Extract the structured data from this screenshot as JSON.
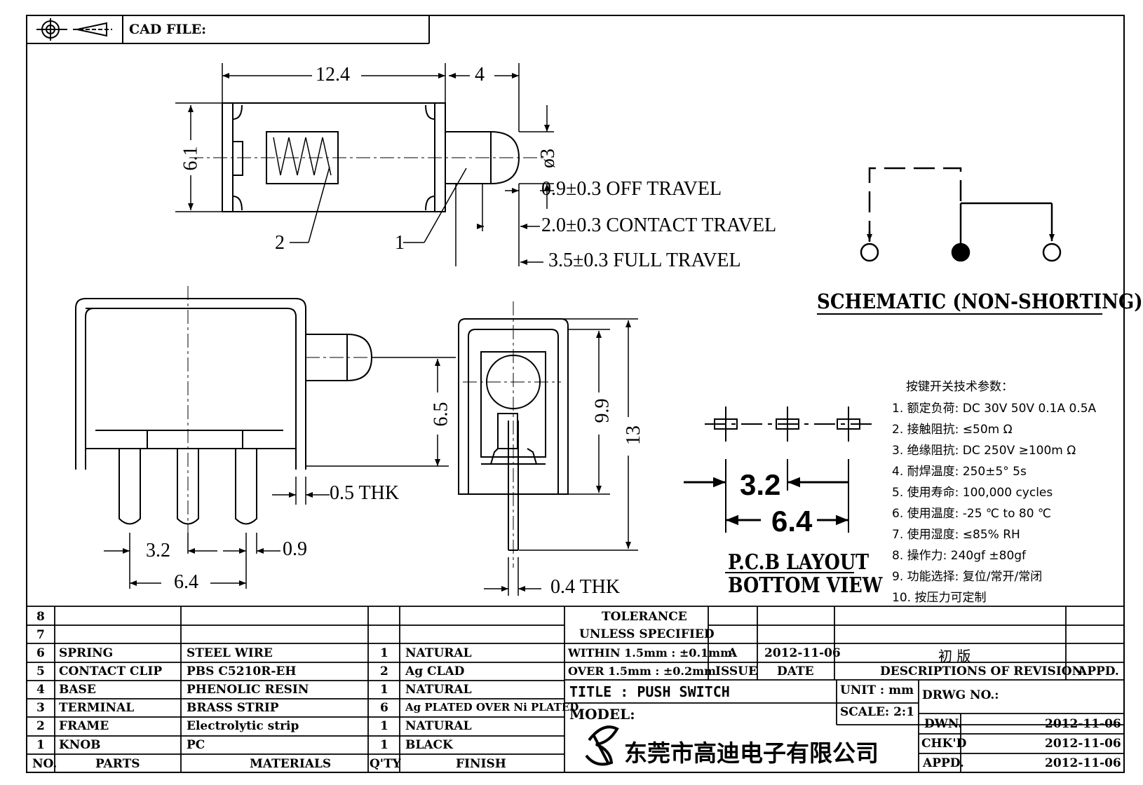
{
  "header": {
    "cad_file_label": "CAD FILE:"
  },
  "drawing": {
    "dims": {
      "d12_4": "12.4",
      "d4": "4",
      "d6_1": "6.1",
      "d3": "ø3",
      "off_travel": "0.9±0.3  OFF  TRAVEL",
      "contact_travel": "2.0±0.3  CONTACT  TRAVEL",
      "full_travel": "3.5±0.3  FULL  TRAVEL",
      "callout_2": "2",
      "callout_1": "1",
      "d0_5thk": "0.5  THK",
      "d3_2": "3.2",
      "d0_9": "0.9",
      "d6_4": "6.4",
      "d6_5": "6.5",
      "d9_9": "9.9",
      "d13": "13",
      "d0_4thk": "0.4  THK"
    },
    "schematic_title": "SCHEMATIC (NON-SHORTING)",
    "pcb": {
      "pitch": "3.2",
      "span": "6.4",
      "title1": "P.C.B LAYOUT",
      "title2": "BOTTOM  VIEW"
    }
  },
  "specs": {
    "heading": "按键开关技术参数：",
    "items": [
      "1.  额定负荷: DC 30V 50V    0.1A  0.5A",
      "2.  接触阻抗:  ≤50m Ω",
      "3.  绝缘阻抗: DC 250V  ≥100m Ω",
      "4.  耐焊温度: 250±5°     5s",
      "5.  使用寿命: 100,000 cycles",
      "6.  使用温度: -25  ℃  to 80  ℃",
      "7.  使用湿度:  ≤85% RH",
      "8.  操作力: 240gf  ±80gf",
      "9.  功能选择: 复位/常开/常闭",
      "10.  按压力可定制"
    ]
  },
  "bom": {
    "rows": [
      {
        "no": "8",
        "part": "",
        "material": "",
        "qty": "",
        "finish": ""
      },
      {
        "no": "7",
        "part": "",
        "material": "",
        "qty": "",
        "finish": ""
      },
      {
        "no": "6",
        "part": "SPRING",
        "material": "STEEL WIRE",
        "qty": "1",
        "finish": "NATURAL"
      },
      {
        "no": "5",
        "part": "CONTACT CLIP",
        "material": "PBS C5210R-EH",
        "qty": "2",
        "finish": "Ag CLAD"
      },
      {
        "no": "4",
        "part": "BASE",
        "material": "PHENOLIC RESIN",
        "qty": "1",
        "finish": "NATURAL"
      },
      {
        "no": "3",
        "part": "TERMINAL",
        "material": "BRASS STRIP",
        "qty": "6",
        "finish": "Ag PLATED OVER Ni PLATED"
      },
      {
        "no": "2",
        "part": "FRAME",
        "material": "Electrolytic strip",
        "qty": "1",
        "finish": "NATURAL"
      },
      {
        "no": "1",
        "part": "KNOB",
        "material": "PC",
        "qty": "1",
        "finish": "BLACK"
      }
    ],
    "headers": {
      "no": "NO.",
      "parts": "PARTS",
      "materials": "MATERIALS",
      "qty": "Q'TY",
      "finish": "FINISH"
    }
  },
  "tolerance": {
    "title1": "TOLERANCE",
    "title2": "UNLESS   SPECIFIED",
    "within": "WITHIN 1.5mm : ±0.1mm",
    "over": "OVER 1.5mm : ±0.2mm"
  },
  "revision": {
    "issue_value": "A",
    "date_value": "2012-11-06",
    "desc_value": "初  版",
    "issue_label": "ISSUE",
    "date_label": "DATE",
    "desc_label": "DESCRIPTIONS  OF  REVISION",
    "appd_label": "APPD."
  },
  "title_block": {
    "title": "TITLE :   PUSH  SWITCH",
    "model": "MODEL:",
    "unit": "UNIT :   mm",
    "scale": "SCALE:   2:1",
    "drwg_no": "DRWG NO.:",
    "company": "东莞市高迪电子有限公司",
    "dwn_label": "DWN.",
    "dwn_date": "2012-11-06",
    "chkd_label": "CHK'D",
    "chkd_date": "2012-11-06",
    "appd_label": "APPD.",
    "appd_date": "2012-11-06"
  }
}
